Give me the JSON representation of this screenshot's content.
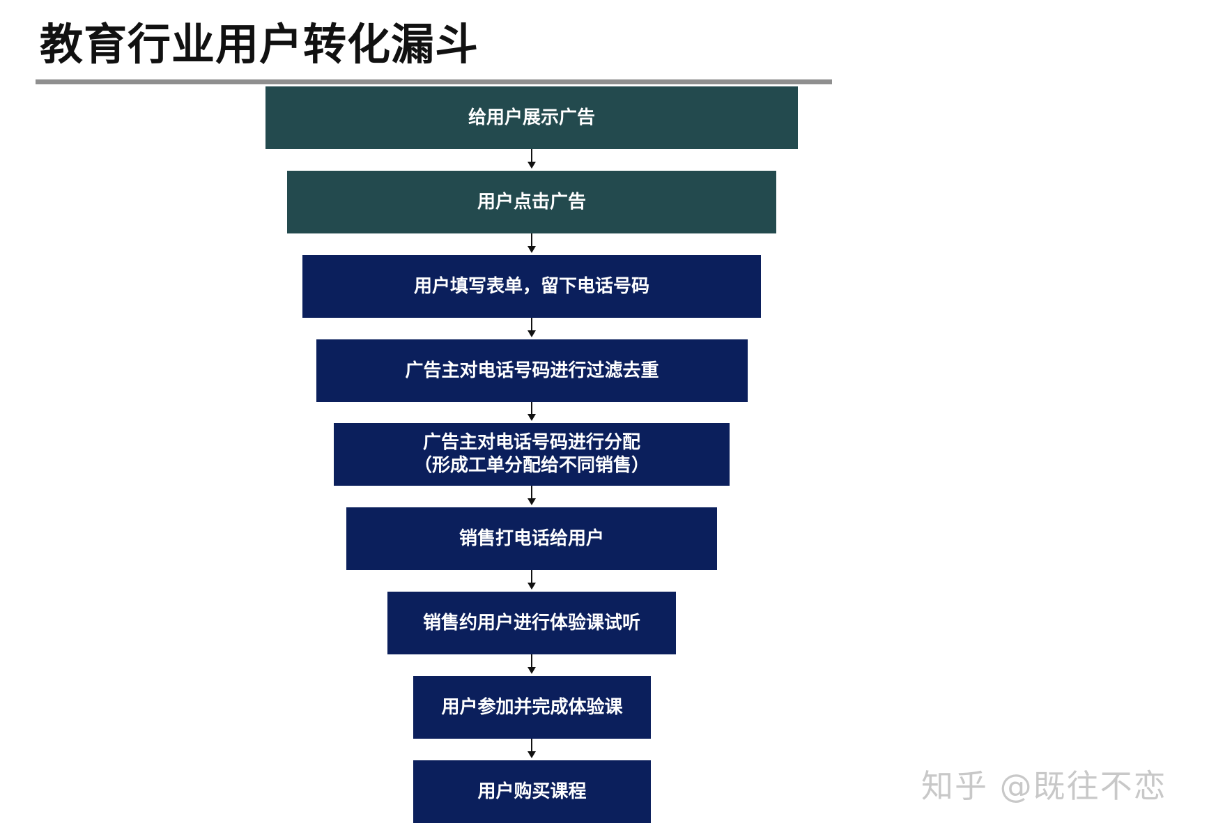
{
  "title": "教育行业用户转化漏斗",
  "colors": {
    "teal": "#234a4e",
    "navy": "#0b1f5c",
    "rule": "#8f8f8f",
    "arrow": "#111111"
  },
  "steps": [
    {
      "label": "给用户展示广告",
      "color": "teal"
    },
    {
      "label": "用户点击广告",
      "color": "teal"
    },
    {
      "label": "用户填写表单，留下电话号码",
      "color": "navy"
    },
    {
      "label": "广告主对电话号码进行过滤去重",
      "color": "navy"
    },
    {
      "label": "广告主对电话号码进行分配\n（形成工单分配给不同销售）",
      "color": "navy"
    },
    {
      "label": "销售打电话给用户",
      "color": "navy"
    },
    {
      "label": "销售约用户进行体验课试听",
      "color": "navy"
    },
    {
      "label": "用户参加并完成体验课",
      "color": "navy"
    },
    {
      "label": "用户购买课程",
      "color": "navy"
    }
  ],
  "watermark": "知乎 @既往不恋"
}
